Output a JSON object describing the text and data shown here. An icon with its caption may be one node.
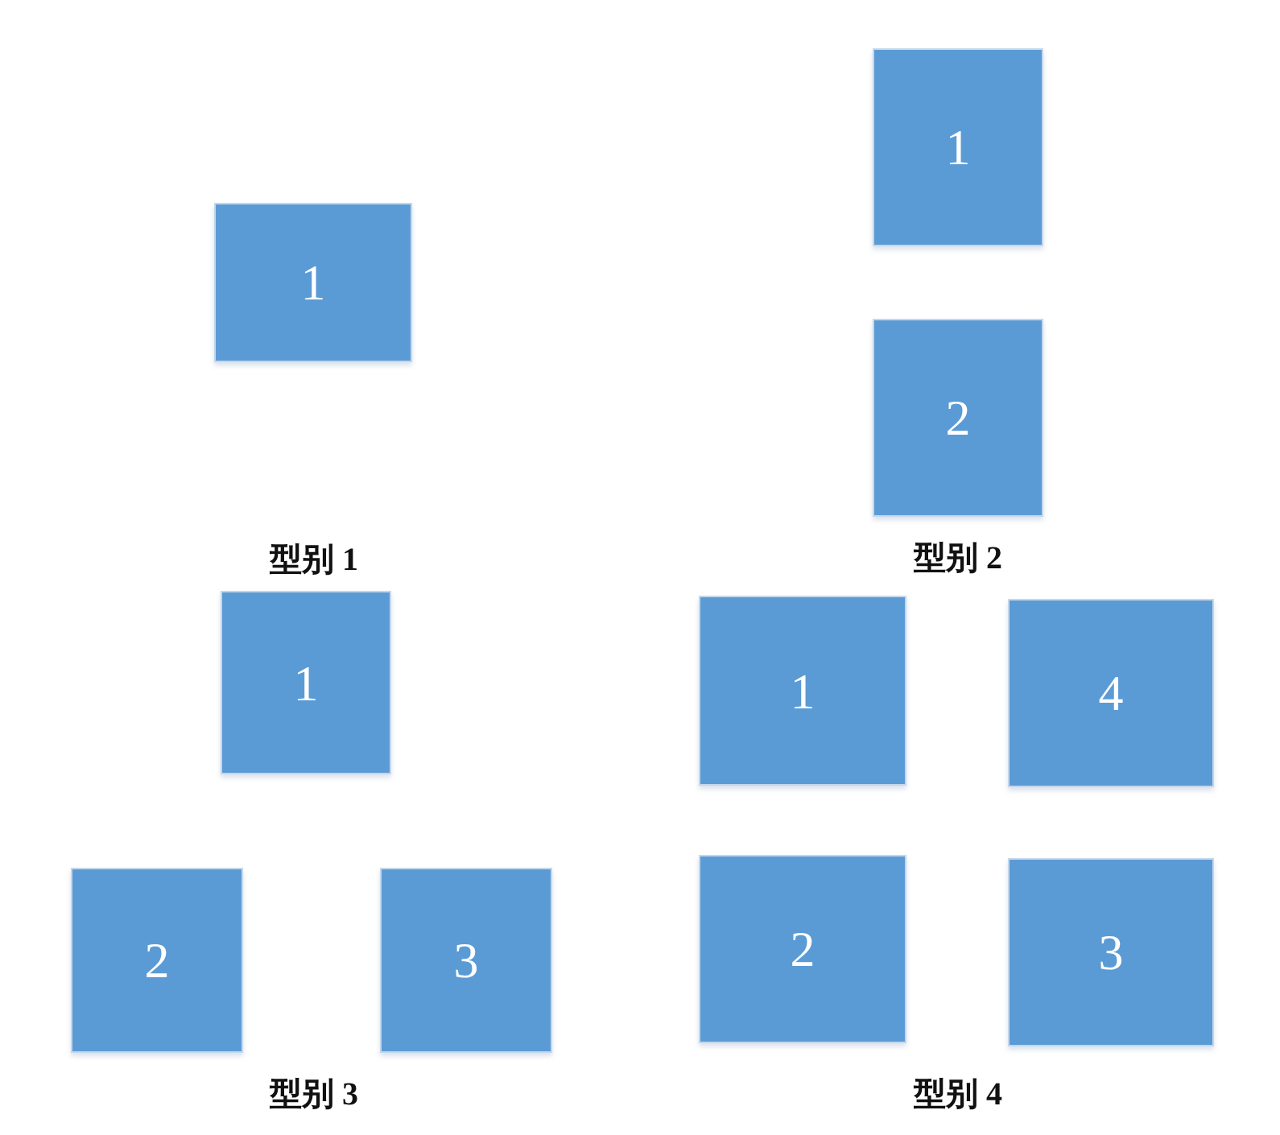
{
  "diagram": {
    "nodes": [
      {
        "text": [
          "1"
        ]
      },
      {
        "text": [
          "1"
        ]
      },
      {
        "text": [
          "2"
        ]
      },
      {
        "text": [
          "1"
        ]
      },
      {
        "text": [
          "2"
        ]
      },
      {
        "text": [
          "3"
        ]
      },
      {
        "text": [
          "1"
        ]
      },
      {
        "text": [
          "4"
        ]
      },
      {
        "text": [
          "2"
        ]
      },
      {
        "text": [
          "3"
        ]
      }
    ],
    "labels": [
      "型别 1",
      "型别 2",
      "型别 3",
      "型别 4"
    ]
  }
}
